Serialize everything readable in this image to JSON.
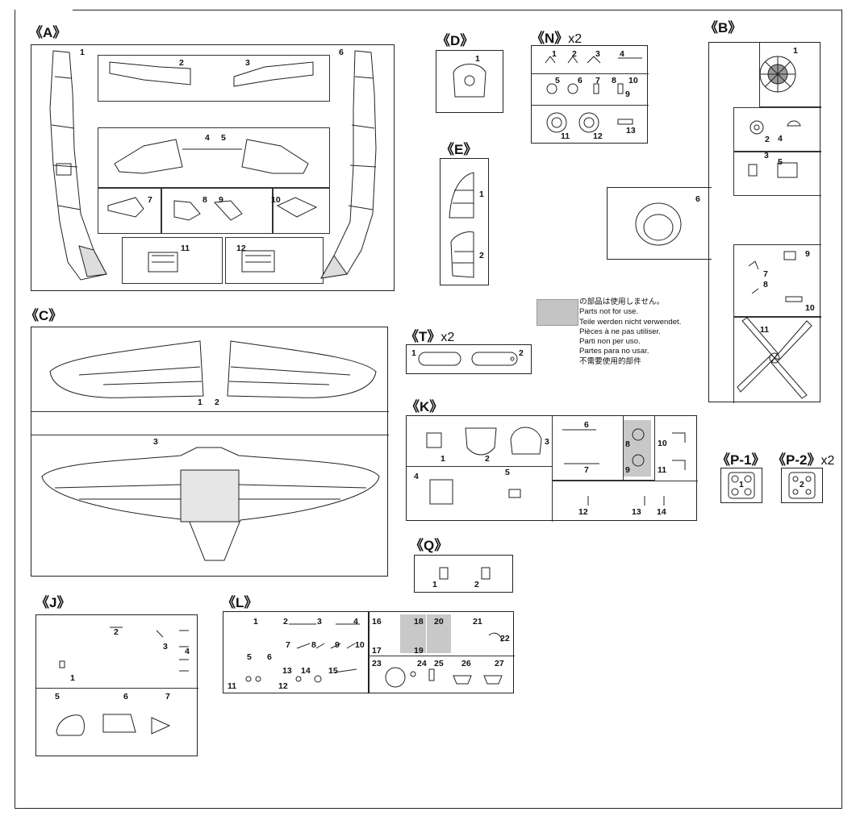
{
  "sprues": {
    "A": {
      "label": "《A》",
      "parts": [
        "1",
        "2",
        "3",
        "4",
        "5",
        "6",
        "7",
        "8",
        "9",
        "10",
        "11",
        "12"
      ]
    },
    "B": {
      "label": "《B》",
      "parts": [
        "1",
        "2",
        "3",
        "4",
        "5",
        "6",
        "7",
        "8",
        "9",
        "10",
        "11"
      ]
    },
    "C": {
      "label": "《C》",
      "parts": [
        "1",
        "2",
        "3"
      ]
    },
    "D": {
      "label": "《D》",
      "parts": [
        "1"
      ]
    },
    "E": {
      "label": "《E》",
      "parts": [
        "1",
        "2"
      ]
    },
    "N": {
      "label": "《N》",
      "multiplier": "x2",
      "parts": [
        "1",
        "2",
        "3",
        "4",
        "5",
        "6",
        "7",
        "8",
        "9",
        "10",
        "11",
        "12",
        "13"
      ]
    },
    "T": {
      "label": "《T》",
      "multiplier": "x2",
      "parts": [
        "1",
        "2"
      ]
    },
    "K": {
      "label": "《K》",
      "parts": [
        "1",
        "2",
        "3",
        "4",
        "5",
        "6",
        "7",
        "8",
        "9",
        "10",
        "11",
        "12",
        "13",
        "14"
      ]
    },
    "P1": {
      "label": "《P-1》",
      "parts": [
        "1"
      ]
    },
    "P2": {
      "label": "《P-2》",
      "multiplier": "x2",
      "parts": [
        "2"
      ]
    },
    "Q": {
      "label": "《Q》",
      "parts": [
        "1",
        "2"
      ]
    },
    "J": {
      "label": "《J》",
      "parts": [
        "1",
        "2",
        "3",
        "4",
        "5",
        "6",
        "7"
      ]
    },
    "L": {
      "label": "《L》",
      "parts": [
        "1",
        "2",
        "3",
        "4",
        "5",
        "6",
        "7",
        "8",
        "9",
        "10",
        "11",
        "12",
        "13",
        "14",
        "15",
        "16",
        "17",
        "18",
        "19",
        "20",
        "21",
        "22",
        "23",
        "24",
        "25",
        "26",
        "27"
      ]
    }
  },
  "legend": {
    "lines": [
      "の部品は使用しません。",
      "Parts not for use.",
      "Teile werden nicht verwendet.",
      "Pièces à ne pas utiliser.",
      "Parti non per uso.",
      "Partes para no usar.",
      "不需要使用的部件"
    ],
    "swatch_color": "#c4c4c4"
  }
}
